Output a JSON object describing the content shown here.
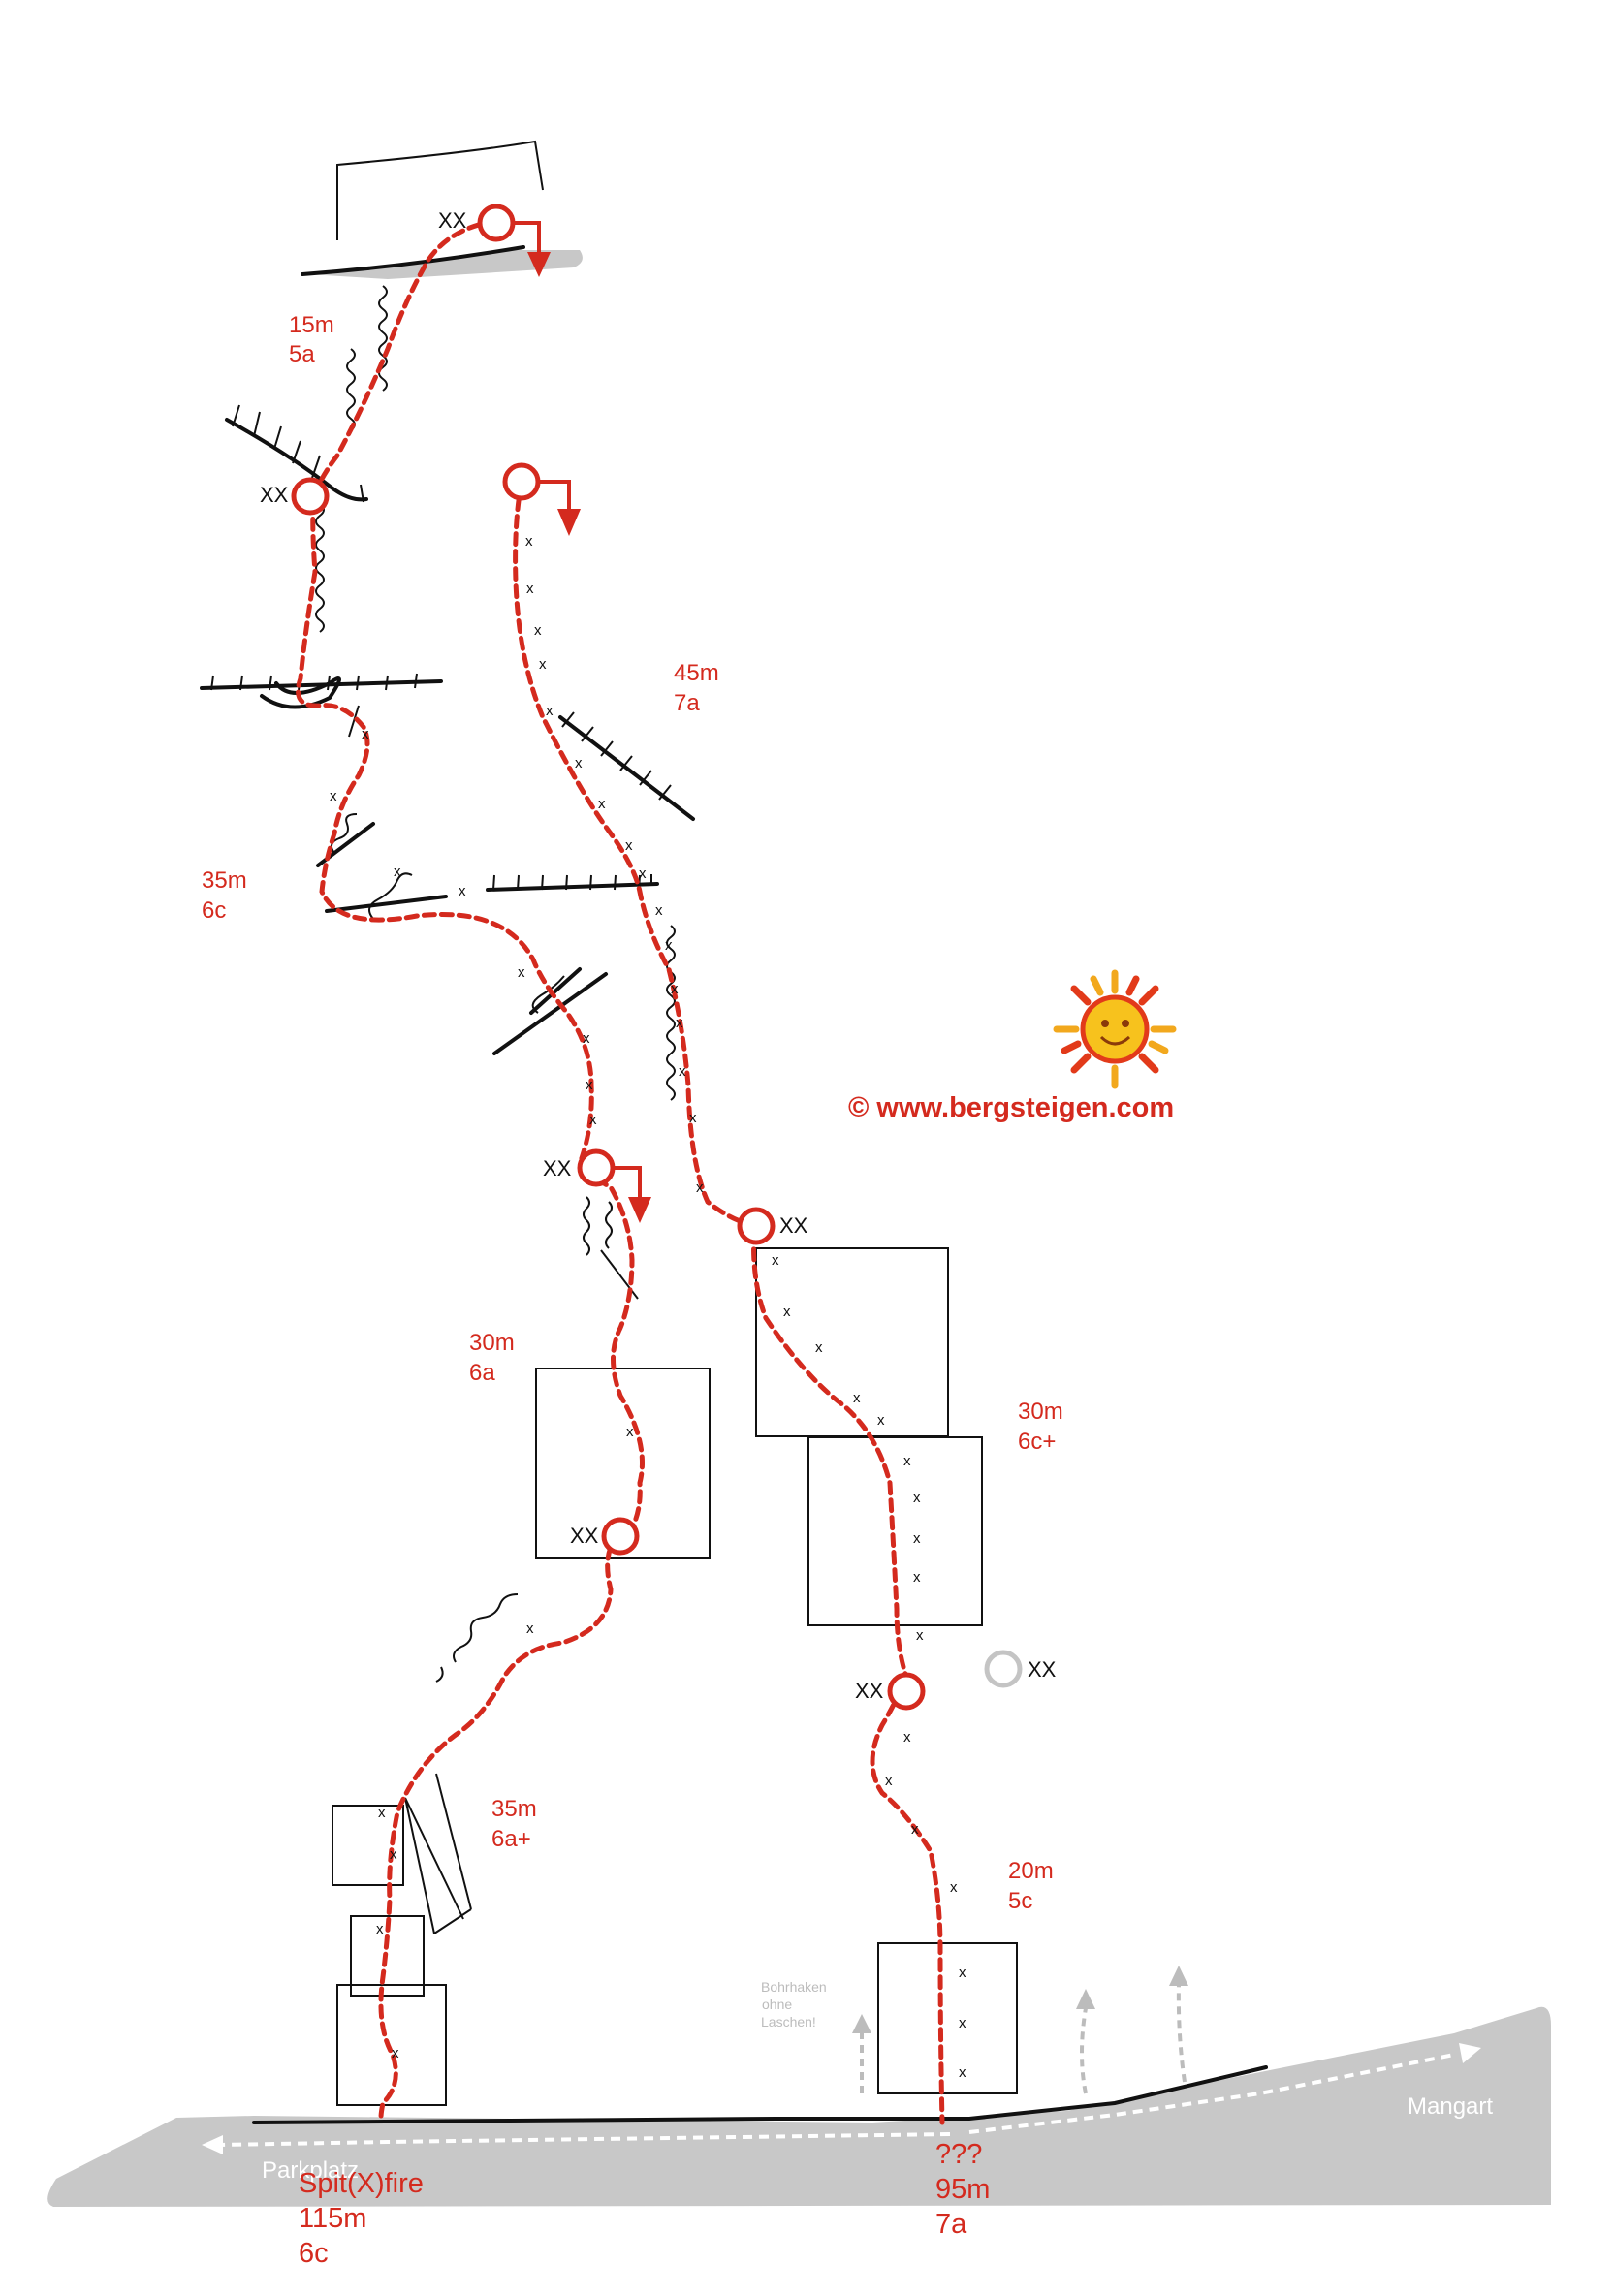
{
  "colors": {
    "route": "#d42a1e",
    "rock": "#111111",
    "ground": "#c8c8c8",
    "belay_unused": "#c4c4c4"
  },
  "routes": [
    {
      "name": "Spit(X)fire",
      "length": "115m",
      "grade": "6c"
    },
    {
      "name": "???",
      "length": "95m",
      "grade": "7a"
    }
  ],
  "pitches": {
    "p_top": {
      "length": "15m",
      "grade": "5a"
    },
    "p_35_6c": {
      "length": "35m",
      "grade": "6c"
    },
    "p_45_7a": {
      "length": "45m",
      "grade": "7a"
    },
    "p_30_6a": {
      "length": "30m",
      "grade": "6a"
    },
    "p_30_6cplus": {
      "length": "30m",
      "grade": "6c+"
    },
    "p_35_6aplus": {
      "length": "35m",
      "grade": "6a+"
    },
    "p_20_5c": {
      "length": "20m",
      "grade": "5c"
    }
  },
  "anchors": {
    "double_bolt": "XX",
    "bolt": "x"
  },
  "places": {
    "parking": "Parkplatz",
    "mangart": "Mangart"
  },
  "note": {
    "line1": "Bohrhaken",
    "line2": "ohne",
    "line3": "Laschen!"
  },
  "credit": "©  www.bergsteigen.com",
  "icons": {
    "logo": "sun-icon",
    "rappel": "rappel-arrow-icon"
  }
}
